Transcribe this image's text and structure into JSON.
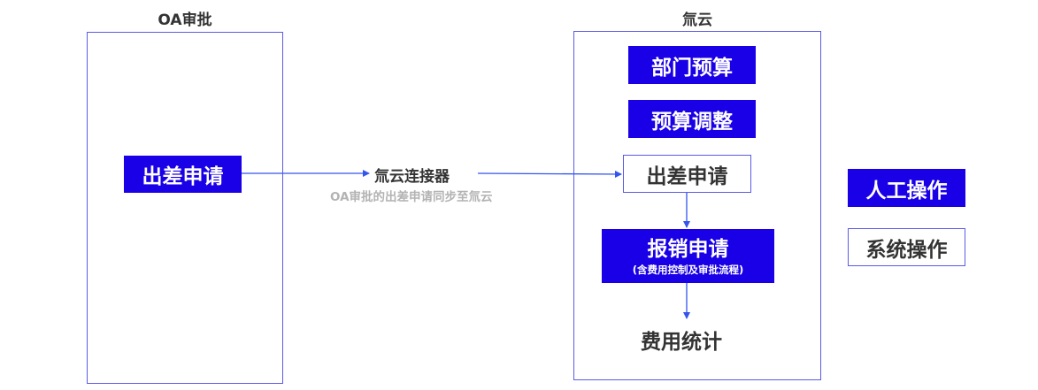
{
  "left_system": {
    "title": "OA审批",
    "box": "出差申请"
  },
  "connector": {
    "label": "氚云连接器",
    "caption": "OA审批的出差申请同步至氚云"
  },
  "right_system": {
    "title": "氚云",
    "dept_budget": "部门预算",
    "budget_adjust": "预算调整",
    "travel_request": "出差申请",
    "reimbursement": "报销申请",
    "reimbursement_note": "(含费用控制及审批流程)",
    "expense_stats": "费用统计"
  },
  "legend": {
    "manual": "人工操作",
    "system": "系统操作"
  },
  "colors": {
    "accent": "#1a00e6",
    "frame": "#5b5be6",
    "arrow": "#3355ee",
    "text": "#333333",
    "caption": "#b3b3b3"
  }
}
